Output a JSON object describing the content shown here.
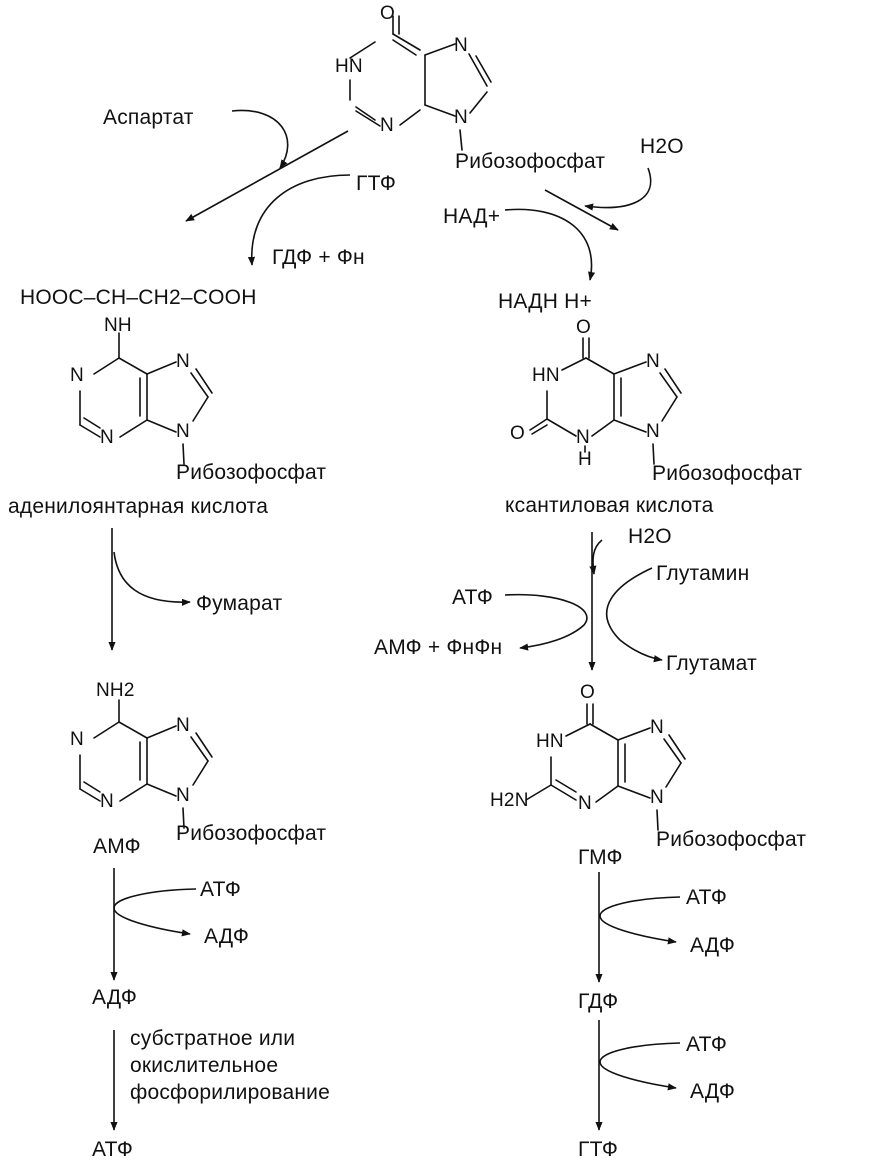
{
  "atoms": {
    "o": "O",
    "n": "N",
    "nh": "NH",
    "hn": "HN",
    "h": "H",
    "h2n": "H2N",
    "nh2": "NH2"
  },
  "labels": {
    "ribose": "Рибозофосфат"
  },
  "top_left": {
    "aspartate": "Аспартат",
    "gtp": "ГТФ",
    "gdp_pi": "ГДФ + Фн"
  },
  "top_right": {
    "h2o": "H2O",
    "nad": "НАД+",
    "nadh": "НАДН Н+"
  },
  "adenylosuccinate": {
    "chain": "HOOC–CH–CH2–COOH",
    "name": "аденилоянтарная кислота",
    "fumarate": "Фумарат"
  },
  "xanthylic": {
    "name": "ксантиловая кислота",
    "h2o": "H2O",
    "glutamine": "Глутамин",
    "atp": "АТФ",
    "amp_ppi": "АМФ + ФнФн",
    "glutamate": "Глутамат"
  },
  "left_series": {
    "amp": "АМФ",
    "atp1": "АТФ",
    "adp1": "АДФ",
    "adp": "АДФ",
    "note_1": "субстратное или",
    "note_2": "окислительное",
    "note_3": "фосфорилирование",
    "atp_final": "АТФ"
  },
  "right_series": {
    "gmp": "ГМФ",
    "atp1": "АТФ",
    "adp1": "АДФ",
    "gdp": "ГДФ",
    "atp2": "АТФ",
    "adp2": "АДФ",
    "gtp": "ГТФ"
  },
  "colors": {
    "ink": "#111111",
    "background": "#ffffff"
  }
}
